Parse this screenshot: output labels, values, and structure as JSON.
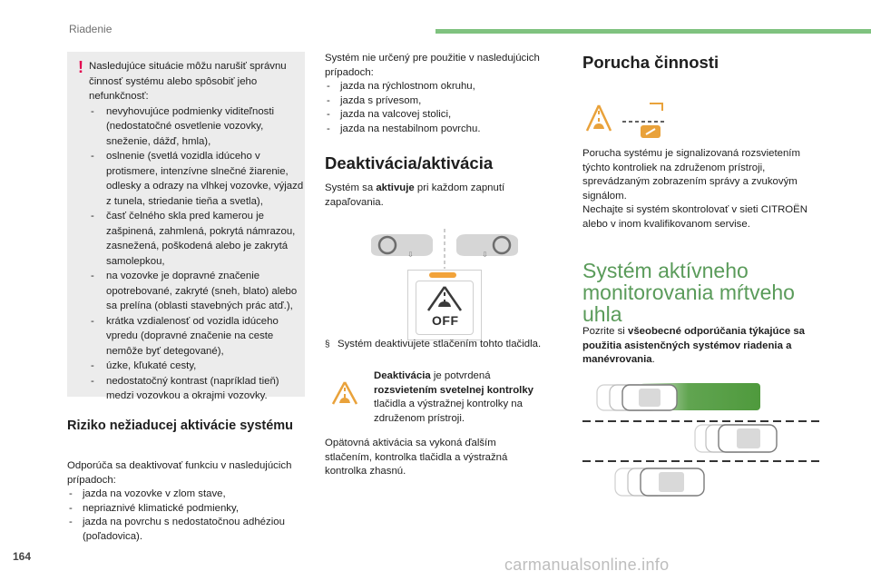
{
  "header": {
    "section": "Riadenie",
    "bar_color": "#7fc27f"
  },
  "page_number": "164",
  "watermark": "carmanualsonline.info",
  "note": {
    "icon": "exclamation-icon",
    "intro": "Nasledujúce situácie môžu narušiť správnu činnosť systému alebo spôsobiť jeho nefunkčnosť:",
    "items": [
      "nevyhovujúce podmienky viditeľnosti (nedostatočné osvetlenie vozovky, sneženie, dážď, hmla),",
      "oslnenie (svetlá vozidla idúceho v protismere, intenzívne slnečné žiarenie, odlesky a odrazy na vlhkej vozovke, výjazd z tunela, striedanie tieňa a svetla),",
      "časť čelného skla pred kamerou je zašpinená, zahmlená, pokrytá námrazou, zasnežená, poškodená alebo je zakrytá samolepkou,",
      "na vozovke je dopravné značenie opotrebované, zakryté (sneh, blato) alebo sa prelína (oblasti stavebných prác atď.),",
      "krátka vzdialenosť od vozidla idúceho vpredu (dopravné značenie na ceste nemôže byť detegované),",
      "úzke, kľukaté cesty,",
      "nedostatočný kontrast (napríklad tieň) medzi vozovkou a okrajmi vozovky."
    ]
  },
  "risk": {
    "title": "Riziko nežiaducej aktivácie systému",
    "intro": "Odporúča sa deaktivovať funkciu v nasledujúcich prípadoch:",
    "items": [
      "jazda na vozovke v zlom stave,",
      "nepriaznivé klimatické podmienky,",
      "jazda na povrchu s nedostatočnou adhéziou (poľadovica)."
    ]
  },
  "not_designed": {
    "intro": "Systém nie určený pre použitie v nasledujúcich prípadoch:",
    "items": [
      "jazda na rýchlostnom okruhu,",
      "jazda s prívesom,",
      "jazda na valcovej stolici,",
      "jazda na nestabilnom povrchu."
    ]
  },
  "deactivation": {
    "title": "Deaktivácia/aktivácia",
    "p1_a": "Systém sa ",
    "p1_b": "aktivuje",
    "p1_c": " pri každom zapnutí zapaľovania.",
    "off_label": "OFF",
    "bullet_symbol": "§",
    "bullet": "Systém deaktivujete stlačením tohto tlačidla.",
    "confirm_a": "Deaktivácia",
    "confirm_b": " je potvrdená ",
    "confirm_c": "rozsvietením svetelnej kontrolky",
    "confirm_d": " tlačidla a výstražnej kontrolky na združenom prístroji.",
    "reactivation": "Opätovná aktivácia sa vykoná ďalším stlačením, kontrolka tlačidla a výstražná kontrolka zhasnú."
  },
  "fault": {
    "title": "Porucha činnosti",
    "text1": "Porucha systému je signalizovaná rozsvietením týchto kontroliek na združenom prístroji, sprevádzaným zobrazením správy a zvukovým signálom.",
    "text2": "Nechajte si systém skontrolovať v sieti CITROËN alebo v inom kvalifikovanom servise."
  },
  "blind_spot": {
    "title": "Systém aktívneho monitorovania mŕtveho uhla",
    "text_a": "Pozrite si ",
    "text_b": "všeobecné odporúčania týkajúce sa použitia asistenčných systémov riadenia a manévrovania",
    "text_c": "."
  },
  "colors": {
    "accent_green": "#5a9b5a",
    "warning_orange": "#f2a33a",
    "note_red": "#e3004f",
    "zone_green": "#4f9a3d"
  }
}
